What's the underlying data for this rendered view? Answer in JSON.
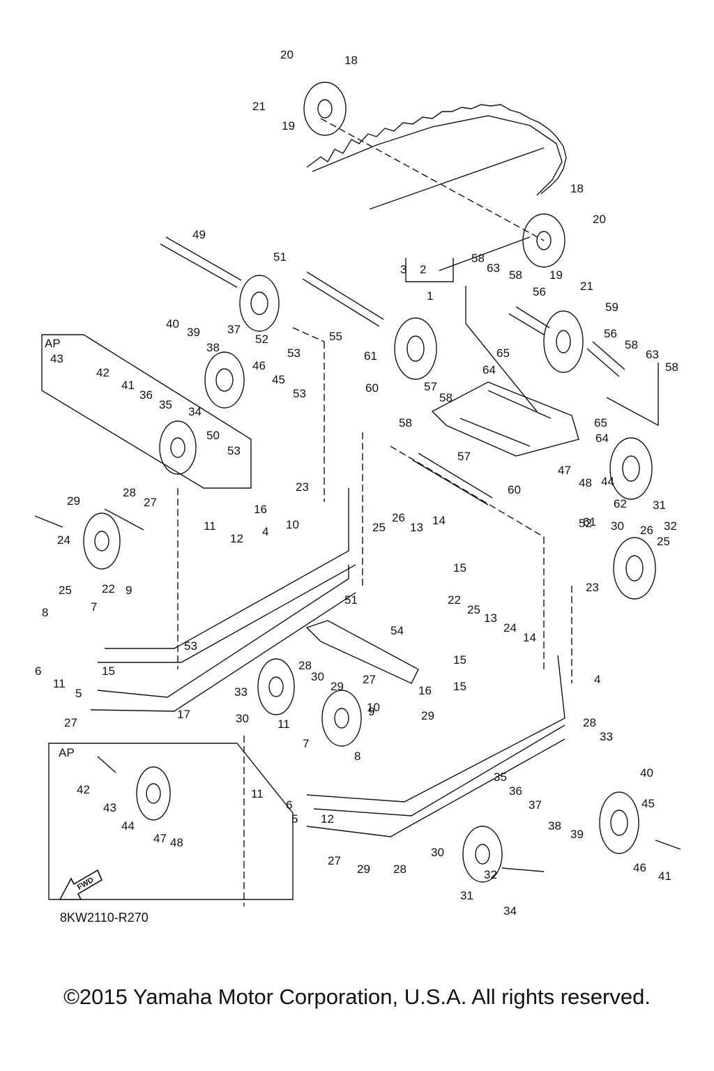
{
  "diagram": {
    "ap_labels": [
      "AP",
      "AP"
    ],
    "fwd_label": "FWD",
    "figure_code": "8KW2110-R270",
    "copyright": "©2015 Yamaha Motor Corporation, U.S.A. All rights reserved.",
    "part_numbers": [
      "20",
      "18",
      "21",
      "19",
      "18",
      "20",
      "19",
      "21",
      "3",
      "2",
      "1",
      "49",
      "51",
      "58",
      "63",
      "58",
      "56",
      "59",
      "56",
      "58",
      "63",
      "58",
      "40",
      "39",
      "37",
      "38",
      "52",
      "53",
      "55",
      "61",
      "60",
      "65",
      "64",
      "57",
      "58",
      "65",
      "64",
      "48",
      "47",
      "44",
      "43",
      "42",
      "41",
      "36",
      "35",
      "34",
      "46",
      "45",
      "53",
      "50",
      "53",
      "58",
      "57",
      "60",
      "61",
      "62",
      "30",
      "31",
      "32",
      "29",
      "28",
      "27",
      "24",
      "25",
      "22",
      "23",
      "25",
      "26",
      "13",
      "14",
      "15",
      "16",
      "4",
      "12",
      "11",
      "10",
      "8",
      "7",
      "9",
      "6",
      "11",
      "5",
      "27",
      "15",
      "17",
      "53",
      "51",
      "54",
      "52",
      "26",
      "25",
      "23",
      "22",
      "25",
      "13",
      "24",
      "14",
      "15",
      "4",
      "15",
      "16",
      "29",
      "28",
      "33",
      "33",
      "30",
      "28",
      "30",
      "29",
      "27",
      "11",
      "10",
      "9",
      "7",
      "8",
      "11",
      "6",
      "5",
      "12",
      "27",
      "29",
      "28",
      "30",
      "32",
      "31",
      "34",
      "35",
      "36",
      "37",
      "38",
      "39",
      "40",
      "45",
      "46",
      "41",
      "42",
      "43",
      "44",
      "47",
      "48"
    ]
  }
}
